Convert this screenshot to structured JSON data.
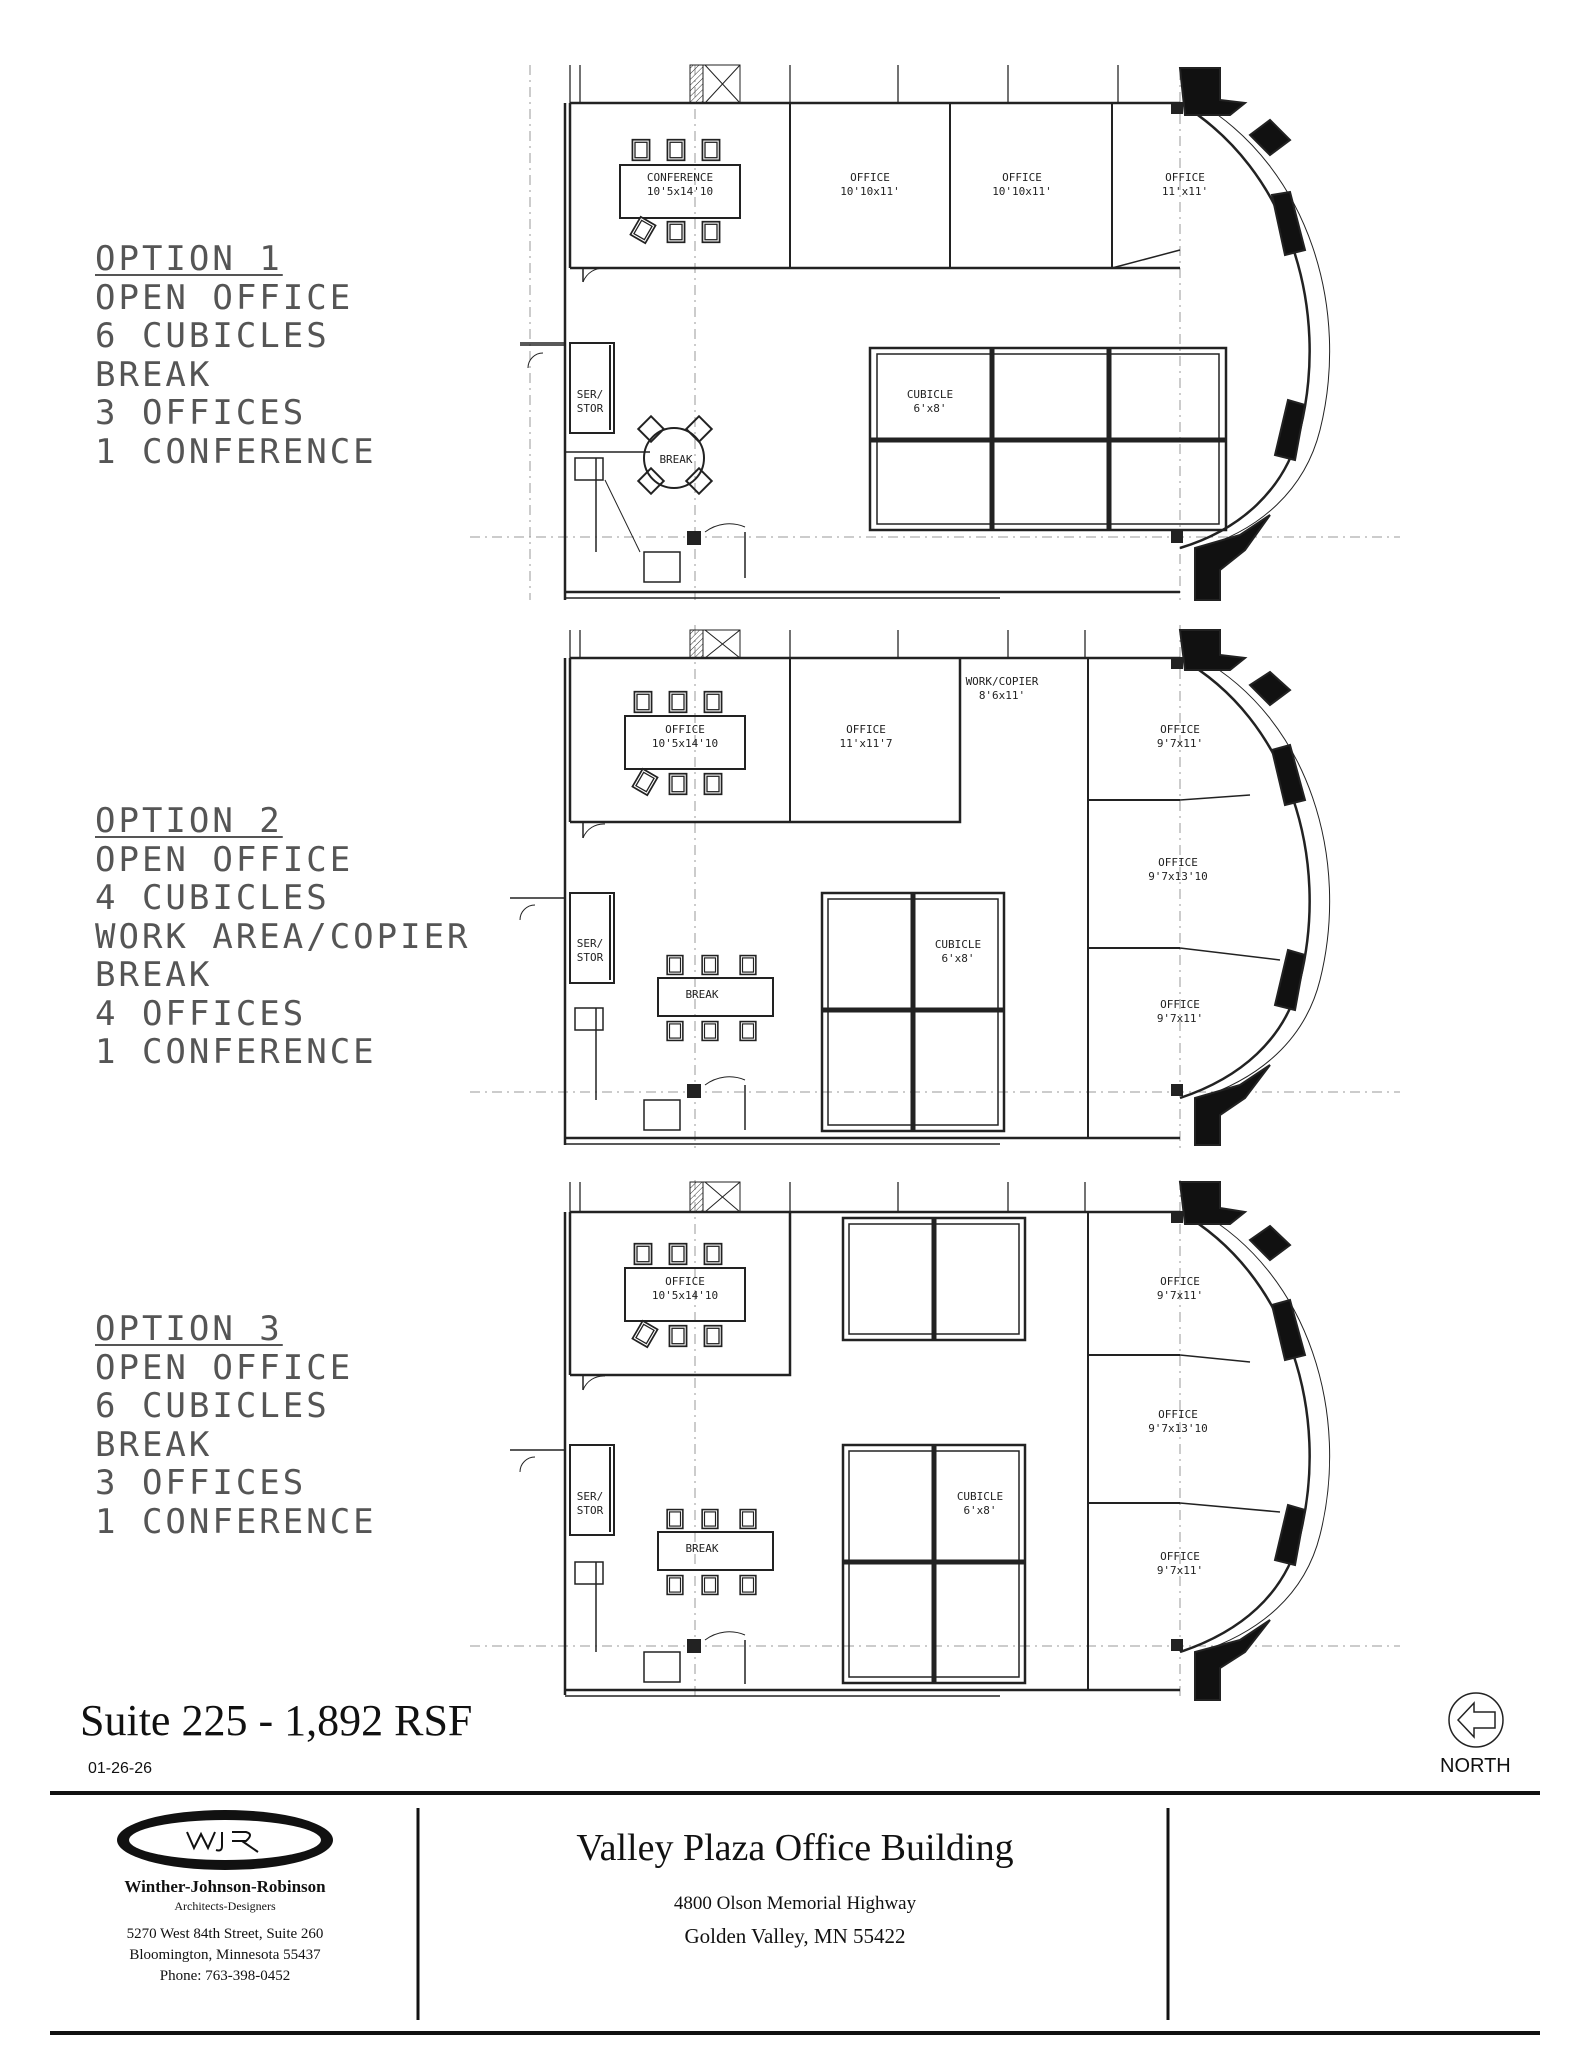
{
  "options": [
    {
      "heading": "OPTION 1",
      "lines": [
        "OPEN OFFICE",
        "6 CUBICLES",
        "BREAK",
        "3 OFFICES",
        "1 CONFERENCE"
      ]
    },
    {
      "heading": "OPTION 2",
      "lines": [
        "OPEN OFFICE",
        "4 CUBICLES",
        "WORK AREA/COPIER",
        "BREAK",
        "4 OFFICES",
        "1 CONFERENCE"
      ]
    },
    {
      "heading": "OPTION 3",
      "lines": [
        "OPEN OFFICE",
        "6 CUBICLES",
        "BREAK",
        "3 OFFICES",
        "1 CONFERENCE"
      ]
    }
  ],
  "plan1": {
    "conference_name": "CONFERENCE",
    "conference_dim": "10'5x14'10",
    "office_a_name": "OFFICE",
    "office_a_dim": "10'10x11'",
    "office_b_name": "OFFICE",
    "office_b_dim": "10'10x11'",
    "office_c_name": "OFFICE",
    "office_c_dim": "11'x11'",
    "cubicle_name": "CUBICLE",
    "cubicle_dim": "6'x8'",
    "ser_top": "SER/",
    "ser_bot": "STOR",
    "break": "BREAK"
  },
  "plan2": {
    "office_conf_name": "OFFICE",
    "office_conf_dim": "10'5x14'10",
    "office_mid_name": "OFFICE",
    "office_mid_dim": "11'x11'7",
    "work_name": "WORK/COPIER",
    "work_dim": "8'6x11'",
    "office_r1_name": "OFFICE",
    "office_r1_dim": "9'7x11'",
    "office_r2_name": "OFFICE",
    "office_r2_dim": "9'7x13'10",
    "office_r3_name": "OFFICE",
    "office_r3_dim": "9'7x11'",
    "cubicle_name": "CUBICLE",
    "cubicle_dim": "6'x8'",
    "ser_top": "SER/",
    "ser_bot": "STOR",
    "break": "BREAK"
  },
  "plan3": {
    "office_conf_name": "OFFICE",
    "office_conf_dim": "10'5x14'10",
    "office_r1_name": "OFFICE",
    "office_r1_dim": "9'7x11'",
    "office_r2_name": "OFFICE",
    "office_r2_dim": "9'7x13'10",
    "office_r3_name": "OFFICE",
    "office_r3_dim": "9'7x11'",
    "cubicle_name": "CUBICLE",
    "cubicle_dim": "6'x8'",
    "ser_top": "SER/",
    "ser_bot": "STOR",
    "break": "BREAK"
  },
  "suite": "Suite 225 - 1,892 RSF",
  "date": "01-26-26",
  "north": "NORTH",
  "firm": {
    "logo_text": "WJR",
    "name": "Winther-Johnson-Robinson",
    "tagline": "Architects-Designers",
    "address1": "5270 West 84th Street, Suite 260",
    "address2": "Bloomington, Minnesota  55437",
    "phone": "Phone:  763-398-0452"
  },
  "building": {
    "name": "Valley Plaza Office Building",
    "address1": "4800 Olson Memorial Highway",
    "address2": "Golden Valley, MN 55422"
  }
}
